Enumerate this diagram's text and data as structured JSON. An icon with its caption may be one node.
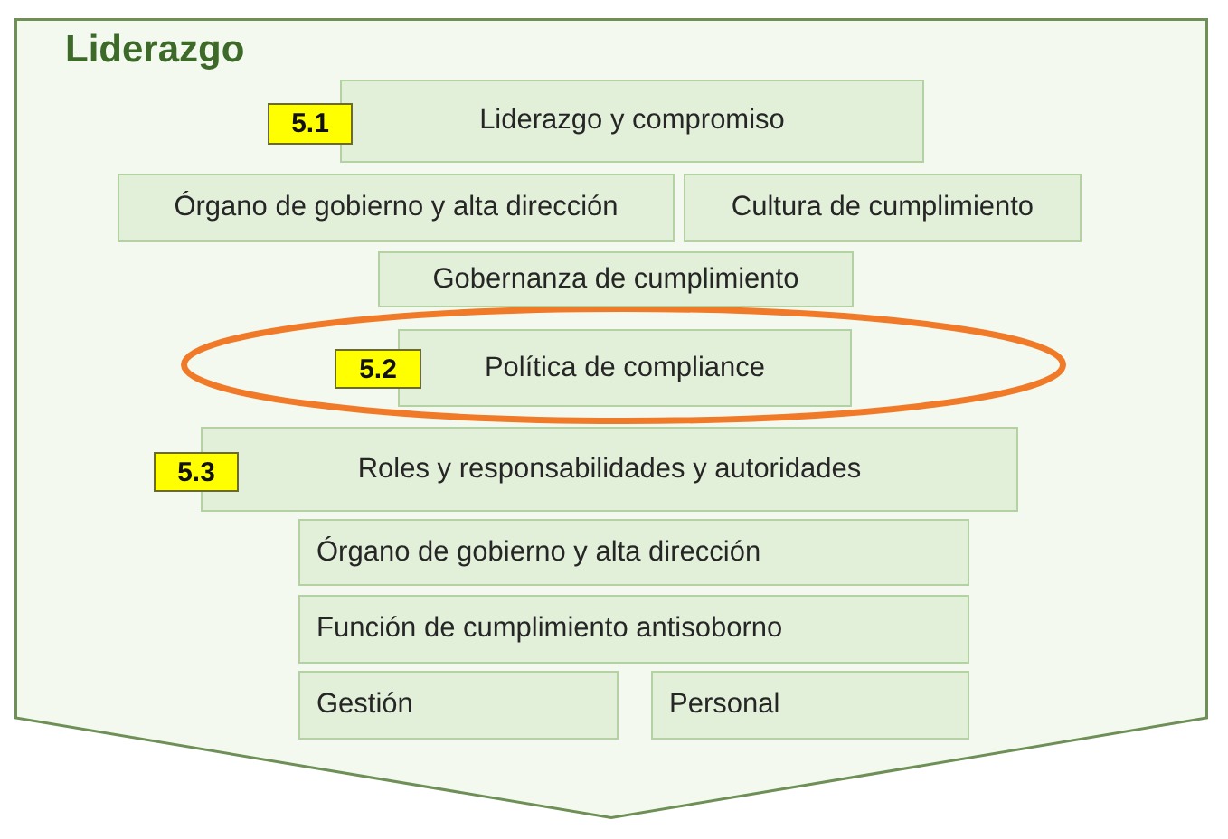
{
  "diagram": {
    "nodes": [
      {
        "text": [
          "Liderazgo"
        ]
      },
      {
        "text": [
          "5.1"
        ],
        "in": 0
      },
      {
        "text": [
          "Liderazgo y compromiso"
        ],
        "in": 0
      },
      {
        "text": [
          "Órgano de gobierno y alta dirección"
        ],
        "in": 0
      },
      {
        "text": [
          "Cultura de cumplimiento"
        ],
        "in": 0
      },
      {
        "text": [
          "Gobernanza de cumplimiento"
        ],
        "in": 0
      },
      {
        "text": [
          "5.2"
        ],
        "in": 0
      },
      {
        "text": [
          "Política de compliance"
        ],
        "in": 0
      },
      {
        "text": [
          "5.3"
        ],
        "in": 0
      },
      {
        "text": [
          "Roles y responsabilidades y autoridades"
        ],
        "in": 0
      },
      {
        "text": [
          "Órgano de gobierno y alta dirección"
        ],
        "in": 0
      },
      {
        "text": [
          "Función de cumplimiento antisoborno"
        ],
        "in": 0
      },
      {
        "text": [
          "Gestión"
        ],
        "in": 0
      },
      {
        "text": [
          "Personal"
        ],
        "in": 0
      }
    ]
  }
}
